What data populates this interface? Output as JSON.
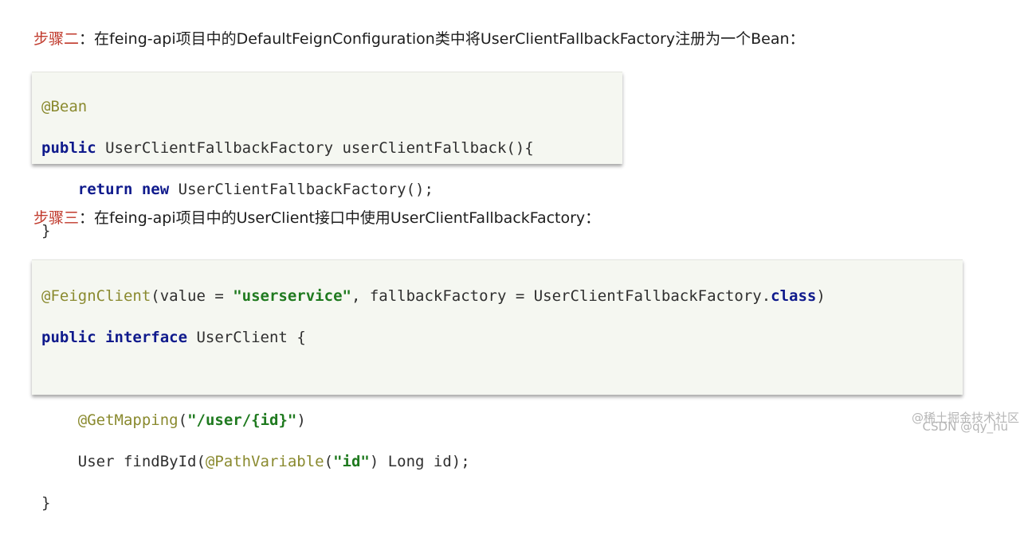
{
  "step2": {
    "label": "步骤二",
    "text": "：在feing-api项目中的DefaultFeignConfiguration类中将UserClientFallbackFactory注册为一个Bean："
  },
  "code1": {
    "l1_ann": "@Bean",
    "l2_kw": "public",
    "l2_rest": " UserClientFallbackFactory userClientFallback(){",
    "l3_indent": "    ",
    "l3_kw1": "return",
    "l3_sp": " ",
    "l3_kw2": "new",
    "l3_rest": " UserClientFallbackFactory();",
    "l4": "}"
  },
  "step3": {
    "label": "步骤三",
    "text": "：在feing-api项目中的UserClient接口中使用UserClientFallbackFactory："
  },
  "code2": {
    "l1_ann": "@FeignClient",
    "l1_a": "(value = ",
    "l1_str1": "\"userservice\"",
    "l1_b": ", fallbackFactory = UserClientFallbackFactory.",
    "l1_kw": "class",
    "l1_c": ")",
    "l2_kw1": "public",
    "l2_sp": " ",
    "l2_kw2": "interface",
    "l2_rest": " UserClient {",
    "l4_indent": "    ",
    "l4_ann": "@GetMapping",
    "l4_a": "(",
    "l4_str": "\"/user/{id}\"",
    "l4_b": ")",
    "l5_a": "    User findById(",
    "l5_ann": "@PathVariable",
    "l5_b": "(",
    "l5_str": "\"id\"",
    "l5_c": ") Long id);",
    "l6": "}"
  },
  "watermark": {
    "main": "@稀土掘金技术社区",
    "sub": "CSDN @qy_hu"
  }
}
